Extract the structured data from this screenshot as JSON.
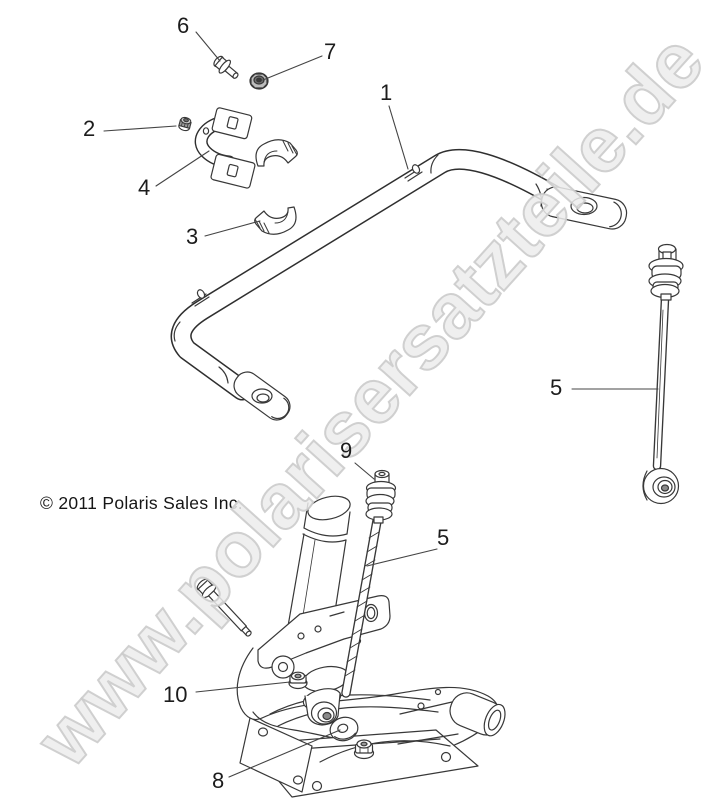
{
  "watermark": {
    "text": "www.polarisersatzteile.de"
  },
  "copyright": {
    "text": "© 2011 Polaris Sales Inc."
  },
  "callouts": [
    {
      "label": "1"
    },
    {
      "label": "2"
    },
    {
      "label": "3"
    },
    {
      "label": "4"
    },
    {
      "label": "5"
    },
    {
      "label": "5"
    },
    {
      "label": "6"
    },
    {
      "label": "7"
    },
    {
      "label": "8"
    },
    {
      "label": "9"
    },
    {
      "label": "10"
    }
  ],
  "colors": {
    "background": "#ffffff",
    "line": "#383838",
    "label": "#1c1c1c",
    "watermark_fill": "#ececec",
    "watermark_outline": "#cccccc"
  }
}
